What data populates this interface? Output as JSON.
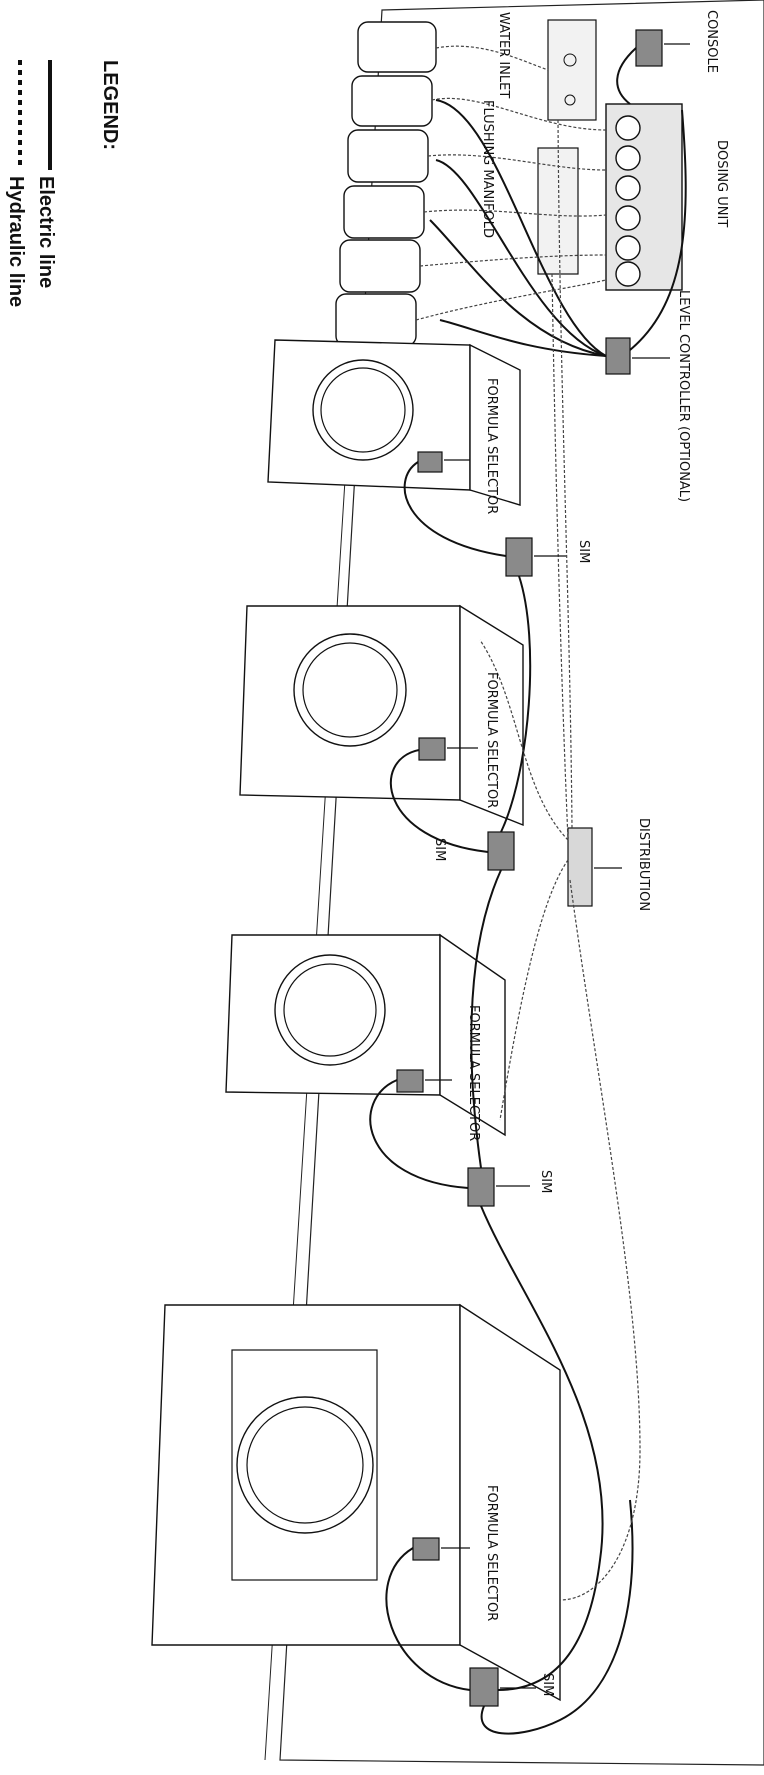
{
  "labels": {
    "console": "CONSOLE",
    "water_inlet": "WATER INLET",
    "flushing_manifold": "FLUSHING MANIFOLD",
    "dosing_unit": "DOSING UNIT",
    "level_controller": "LEVEL CONTROLLER (OPTIONAL)",
    "sim": "SIM",
    "formula_selector": "FORMULA SELECTOR",
    "distribution": "DISTRIBUTION"
  },
  "legend": {
    "title": "LEGEND:",
    "electric": "Electric line",
    "hydraulic": "Hydraulic line"
  }
}
